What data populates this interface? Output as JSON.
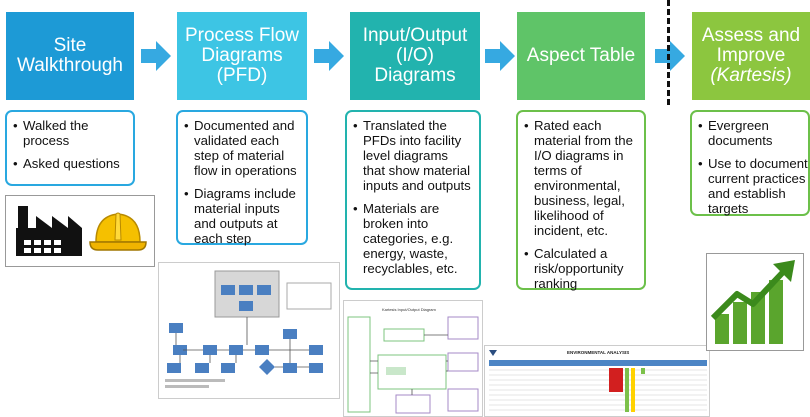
{
  "steps": [
    {
      "lines": [
        "Site",
        "Walkthrough"
      ],
      "color": "#1d9ad6"
    },
    {
      "lines": [
        "Process Flow",
        "Diagrams",
        "(PFD)"
      ],
      "color": "#3dc5e4"
    },
    {
      "lines": [
        "Input/Output",
        "(I/O)",
        "Diagrams"
      ],
      "color": "#22b3ae"
    },
    {
      "lines": [
        "Aspect Table"
      ],
      "color": "#5fc468"
    },
    {
      "lines": [
        "Assess and",
        "Improve"
      ],
      "italic_line": "(Kartesis)",
      "color": "#8cc63f"
    }
  ],
  "cards": {
    "site": [
      "Walked the process",
      "Asked questions"
    ],
    "pfd": [
      "Documented and validated each step of material flow in operations",
      "Diagrams include material inputs and outputs at each step"
    ],
    "io": [
      "Translated the PFDs into facility level diagrams that show material inputs and outputs",
      "Materials are broken into categories, e.g. energy, waste, recyclables, etc."
    ],
    "aspect": [
      "Rated each material from the I/O diagrams in terms of environmental, business, legal, likelihood of incident, etc.",
      "Calculated a risk/opportunity ranking"
    ],
    "assess": [
      "Evergreen documents",
      "Use to document current practices and establish targets"
    ]
  },
  "thumbnails": {
    "io_title": "Kartesis Input/Output Diagram",
    "aspect_title": "ENVIRONMENTAL ANALYSIS"
  },
  "icons": [
    "factory-icon",
    "hard-hat-icon",
    "growth-chart-icon"
  ],
  "colors": {
    "arrow": "#36a9e1",
    "card_blue": "#29a8e0",
    "card_teal": "#22b3ae",
    "card_green": "#6cc04a"
  }
}
